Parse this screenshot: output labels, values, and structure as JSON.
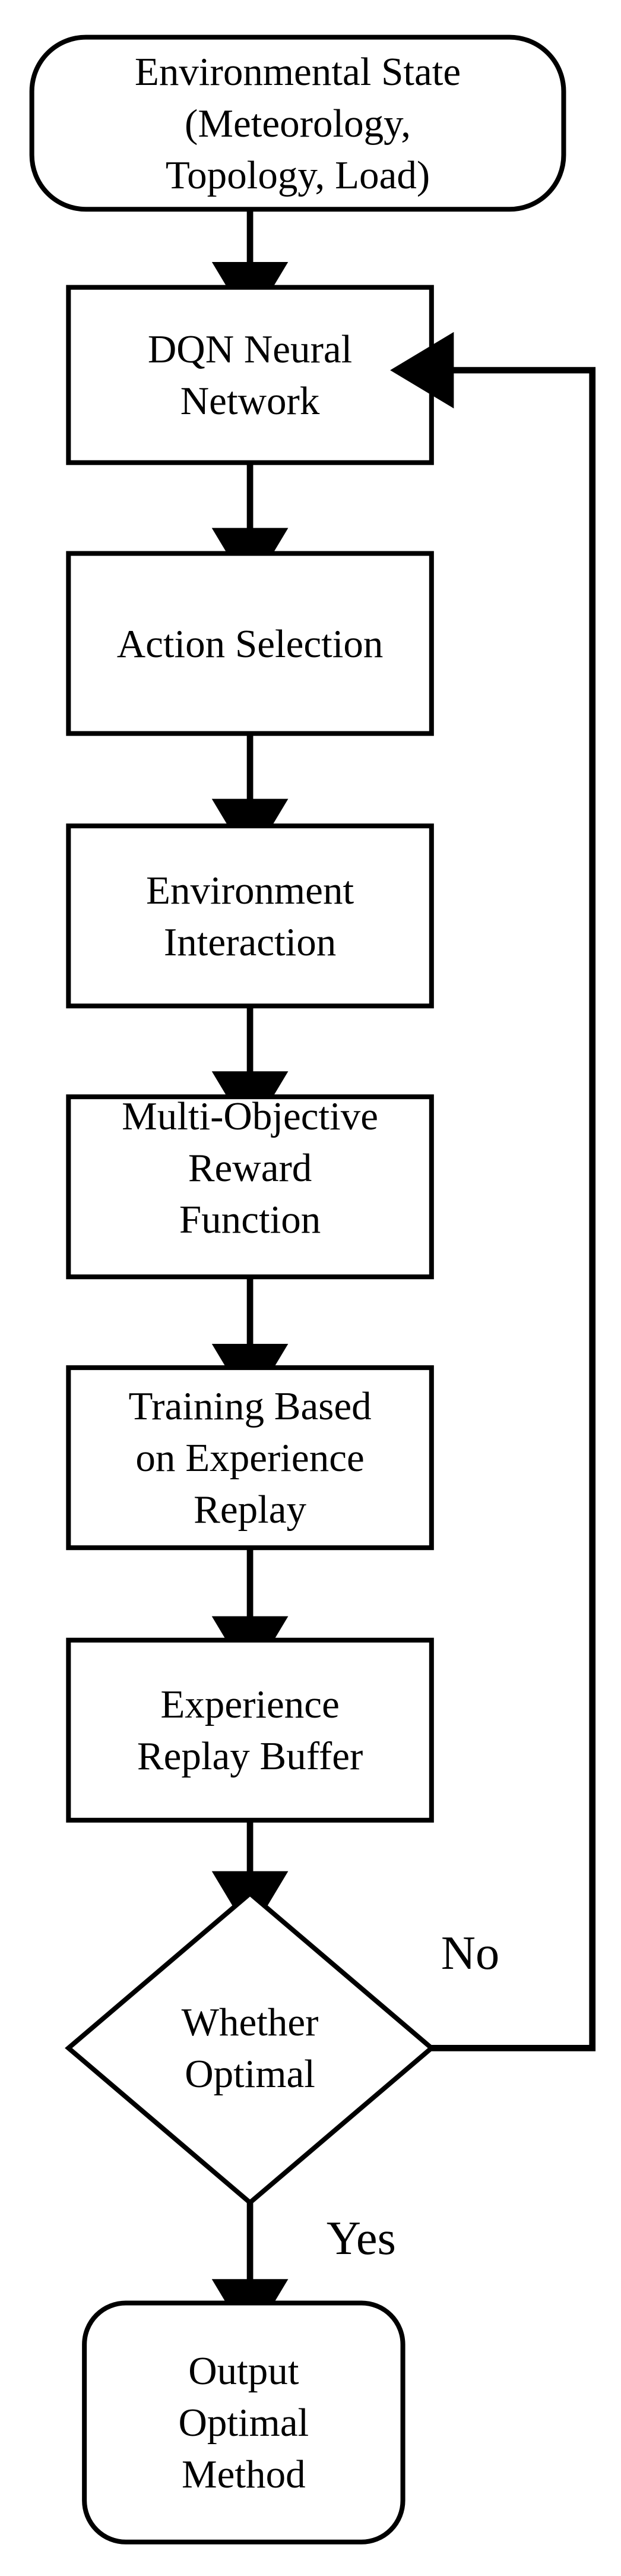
{
  "diagram": {
    "title": "DQN Reinforcement Learning Flowchart",
    "type": "flowchart",
    "stroke_color": "#000000",
    "fill_color": "#ffffff",
    "background": "#ffffff",
    "nodes": [
      {
        "id": "environmental-state",
        "shape": "rounded-rectangle",
        "lines": [
          "Environmental State",
          "(Meteorology,",
          "Topology, Load)"
        ]
      },
      {
        "id": "dqn-neural-network",
        "shape": "rectangle",
        "lines": [
          "DQN Neural",
          "Network"
        ]
      },
      {
        "id": "action-selection",
        "shape": "rectangle",
        "lines": [
          "Action Selection"
        ]
      },
      {
        "id": "environment-interaction",
        "shape": "rectangle",
        "lines": [
          "Environment",
          "Interaction"
        ]
      },
      {
        "id": "multi-objective-reward-function",
        "shape": "rectangle",
        "lines": [
          "Multi-Objective",
          "Reward",
          "Function"
        ]
      },
      {
        "id": "training-experience-replay",
        "shape": "rectangle",
        "lines": [
          "Training Based",
          "on Experience",
          "Replay"
        ]
      },
      {
        "id": "experience-replay-buffer",
        "shape": "rectangle",
        "lines": [
          "Experience",
          "Replay Buffer"
        ]
      },
      {
        "id": "whether-optimal",
        "shape": "diamond",
        "lines": [
          "Whether",
          "Optimal"
        ]
      },
      {
        "id": "output-optimal-method",
        "shape": "rounded-rectangle",
        "lines": [
          "Output",
          "Optimal",
          "Method"
        ]
      }
    ],
    "edge_labels": {
      "no": "No",
      "yes": "Yes"
    },
    "node_text": {
      "environmental_state_l1": "Environmental State",
      "environmental_state_l2": "(Meteorology,",
      "environmental_state_l3": "Topology, Load)",
      "dqn_l1": "DQN Neural",
      "dqn_l2": "Network",
      "action_selection_l1": "Action Selection",
      "environment_interaction_l1": "Environment",
      "environment_interaction_l2": "Interaction",
      "reward_l1": "Multi-Objective",
      "reward_l2": "Reward",
      "reward_l3": "Function",
      "training_l1": "Training Based",
      "training_l2": "on Experience",
      "training_l3": "Replay",
      "buffer_l1": "Experience",
      "buffer_l2": "Replay Buffer",
      "decision_l1": "Whether",
      "decision_l2": "Optimal",
      "output_l1": "Output",
      "output_l2": "Optimal",
      "output_l3": "Method"
    }
  }
}
